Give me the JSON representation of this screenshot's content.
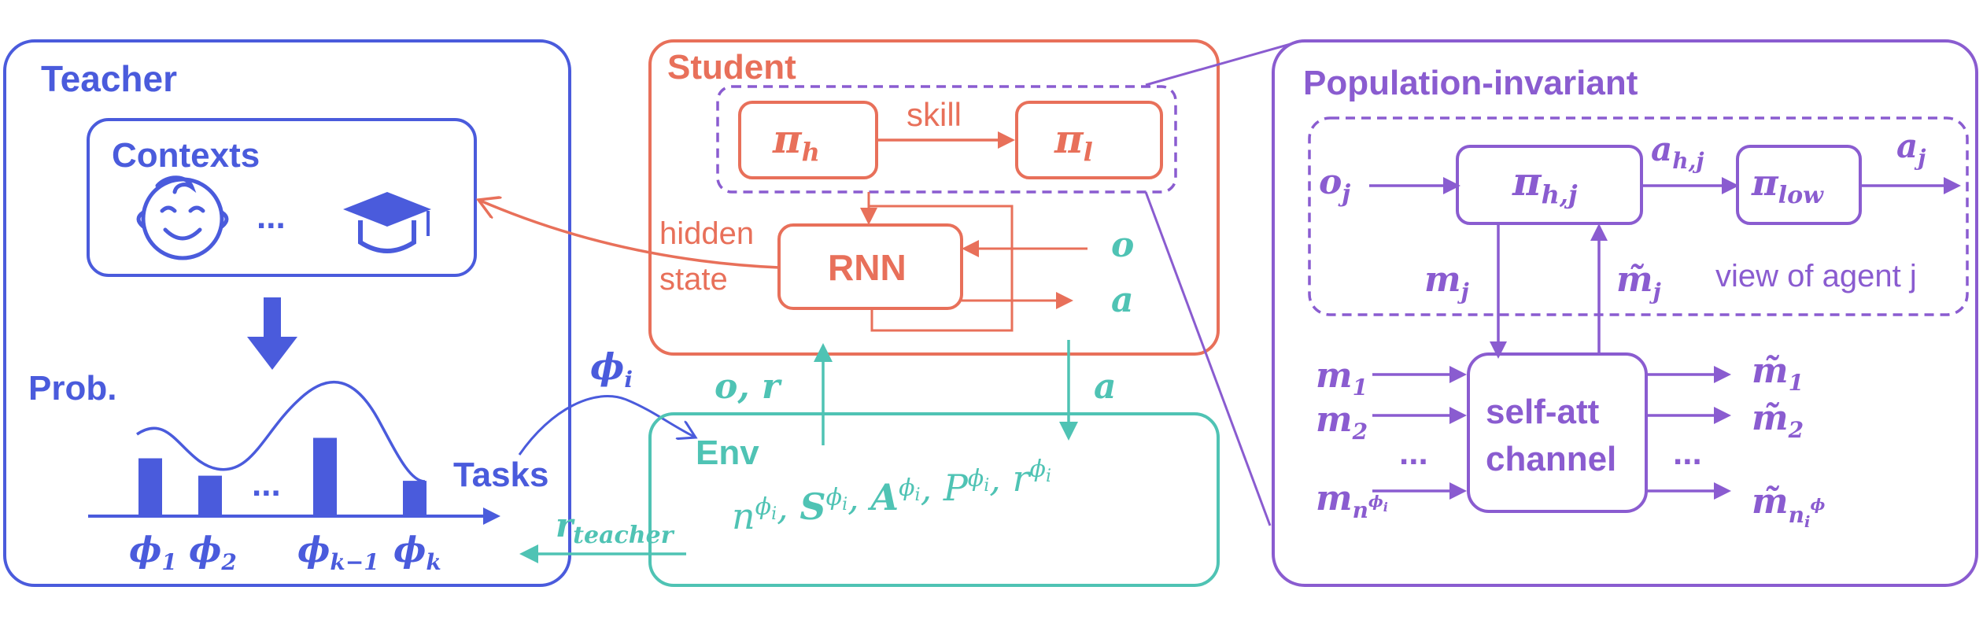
{
  "colors": {
    "teacher": "#4a5bdc",
    "student": "#e8705a",
    "env": "#4fc3b4",
    "population": "#8a5cd0"
  },
  "teacher": {
    "title": "Teacher",
    "contexts": {
      "title": "Contexts",
      "ellipsis": "...",
      "icons": [
        "baby-face-icon",
        "graduation-cap-icon"
      ]
    },
    "prob_label": "Prob.",
    "bars_ellipsis": "...",
    "tasks_label": "Tasks",
    "bar_heights": [
      0.55,
      0.38,
      0.75,
      0.33
    ],
    "phi_labels": [
      {
        "base": "ϕ",
        "sub": "1"
      },
      {
        "base": "ϕ",
        "sub": "2"
      },
      {
        "base": "ϕ",
        "sub": "k−1"
      },
      {
        "base": "ϕ",
        "sub": "k"
      }
    ]
  },
  "edge_labels": {
    "phi_i": {
      "base": "ϕ",
      "sub": "i"
    },
    "r_teacher": {
      "base": "r",
      "sub": "teacher"
    },
    "o_r": "o, r",
    "a_out": "a"
  },
  "student": {
    "title": "Student",
    "pi_h": {
      "base": "π",
      "sub": "h"
    },
    "pi_l": {
      "base": "π",
      "sub": "l"
    },
    "skill": "skill",
    "rnn": "RNN",
    "hidden_line1": "hidden",
    "hidden_line2": "state",
    "o": "o",
    "a": "a"
  },
  "env": {
    "title": "Env",
    "tuple": [
      {
        "base": "n",
        "sup": "ϕ",
        "supsub": "i",
        "bold": false
      },
      {
        "base": ", ",
        "sup": "",
        "supsub": "",
        "bold": false
      },
      {
        "base": "S",
        "sup": "ϕ",
        "supsub": "i",
        "bold": true
      },
      {
        "base": ", ",
        "sup": "",
        "supsub": "",
        "bold": false
      },
      {
        "base": "A",
        "sup": "ϕ",
        "supsub": "i",
        "bold": true
      },
      {
        "base": ", ",
        "sup": "",
        "supsub": "",
        "bold": false
      },
      {
        "base": "P",
        "sup": "ϕ",
        "supsub": "i",
        "bold": false
      },
      {
        "base": ", ",
        "sup": "",
        "supsub": "",
        "bold": false
      },
      {
        "base": "r",
        "sup": "ϕ",
        "supsub": "i",
        "bold": false
      }
    ]
  },
  "population": {
    "title": "Population-invariant",
    "o_j": {
      "base": "o",
      "sub": "j"
    },
    "pi_hj": {
      "base": "π",
      "sub": "h,j"
    },
    "a_hj": {
      "base": "a",
      "sub": "h,j"
    },
    "pi_low": {
      "base": "π",
      "sub": "low"
    },
    "a_j": {
      "base": "a",
      "sub": "j"
    },
    "m_j": {
      "base": "m",
      "sub": "j"
    },
    "m_tilde_j": {
      "base": "m̃",
      "sub": "j"
    },
    "view_label": "view of agent j",
    "self_att_line1": "self-att",
    "self_att_line2": "channel",
    "inputs": [
      {
        "base": "m",
        "sub": "1"
      },
      {
        "base": "m",
        "sub": "2"
      },
      {
        "base": "m",
        "sub": "n",
        "subsup": "ϕ",
        "subsupsub": "i"
      }
    ],
    "outputs": [
      {
        "base": "m̃",
        "sub": "1"
      },
      {
        "base": "m̃",
        "sub": "2"
      },
      {
        "base": "m̃",
        "sub": "n",
        "subsub": "i",
        "subsup": "ϕ"
      }
    ],
    "left_ellipsis": "...",
    "right_ellipsis": "..."
  }
}
